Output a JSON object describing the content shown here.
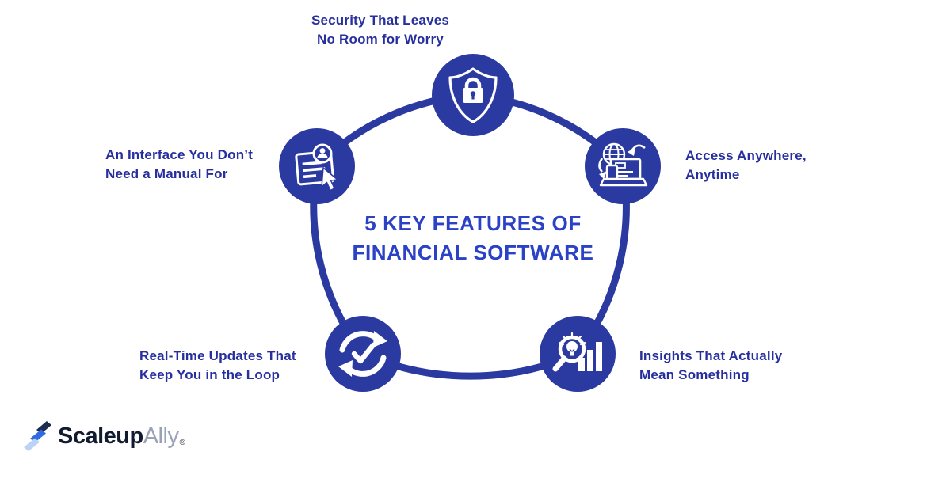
{
  "title": {
    "line1": "5 KEY FEATURES OF",
    "line2": "FINANCIAL SOFTWARE"
  },
  "features": [
    {
      "id": "security",
      "label_line1": "Security That Leaves",
      "label_line2": "No Room for Worry",
      "icon": "shield-lock-icon"
    },
    {
      "id": "interface",
      "label_line1": "An Interface You Don’t",
      "label_line2": "Need a Manual For",
      "icon": "ui-cursor-icon"
    },
    {
      "id": "access",
      "label_line1": "Access Anywhere,",
      "label_line2": "Anytime",
      "icon": "globe-laptop-icon"
    },
    {
      "id": "realtime",
      "label_line1": "Real-Time Updates That",
      "label_line2": "Keep You in the Loop",
      "icon": "sync-check-icon"
    },
    {
      "id": "insights",
      "label_line1": "Insights That Actually",
      "label_line2": "Mean Something",
      "icon": "magnifier-bulb-chart-icon"
    }
  ],
  "logo": {
    "brand_bold": "Scaleup",
    "brand_light": "Ally",
    "registered_mark": "®"
  },
  "colors": {
    "node_blue": "#2b3aa0",
    "title_blue": "#2b41c6",
    "label_blue": "#272f9f",
    "logo_navy": "#111b30",
    "logo_gray": "#9aa3b5",
    "logo_mark_navy": "#1f2c50",
    "logo_mark_blue": "#2f6be0",
    "logo_mark_light": "#bcd2f7",
    "background": "#ffffff"
  }
}
